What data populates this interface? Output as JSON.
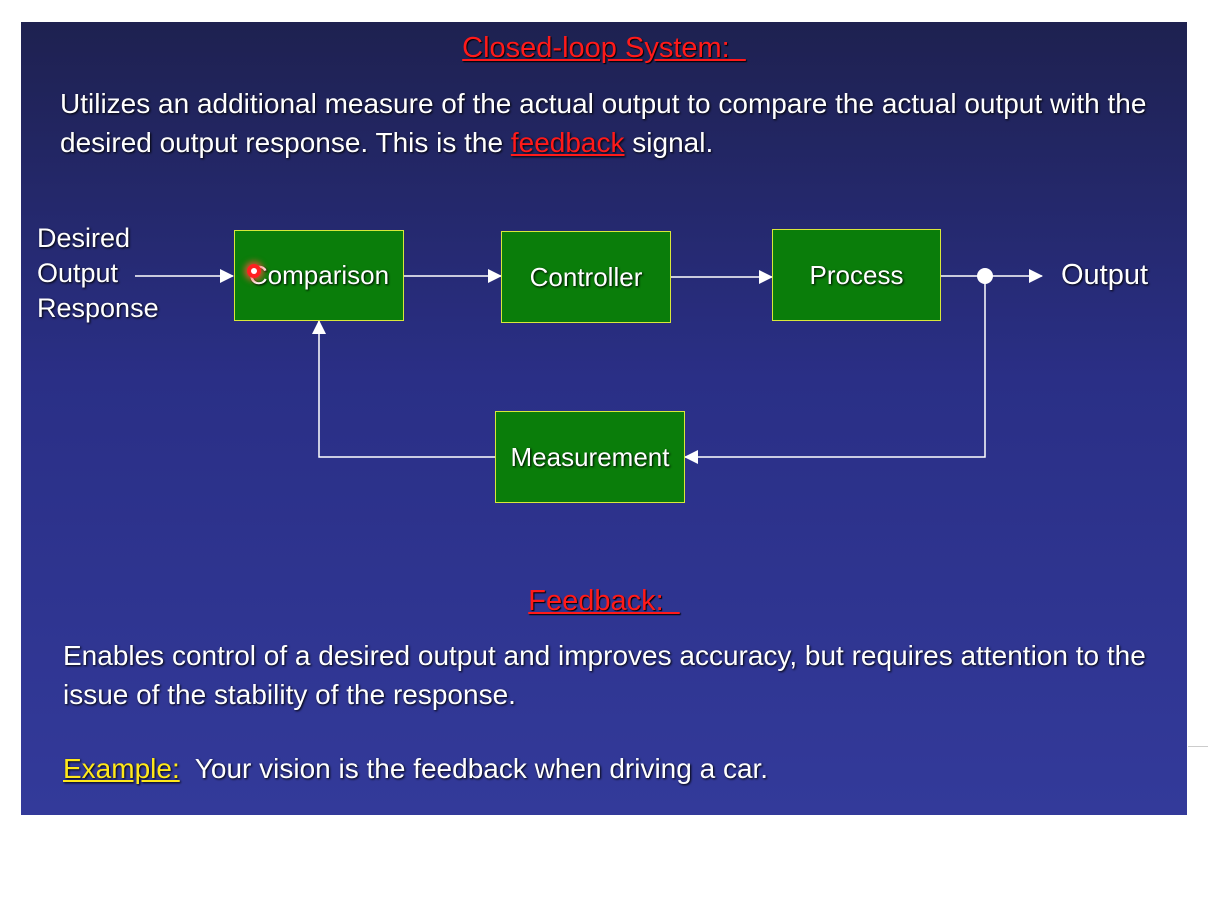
{
  "slide": {
    "title": "Closed-loop System:  ",
    "intro_prefix": "Utilizes an additional measure of the actual output to compare the actual output with the desired output response.  This is the ",
    "intro_link": "feedback",
    "intro_suffix": " signal.",
    "diagram": {
      "input_label_lines": [
        "Desired",
        "Output",
        "Response"
      ],
      "blocks": {
        "comparison": "Comparison",
        "controller": "Controller",
        "process": "Process",
        "measurement": "Measurement"
      },
      "output_label": "Output"
    },
    "feedback_title": "Feedback:  ",
    "feedback_text": "Enables control of a desired output and improves accuracy, but requires attention to the issue of the stability of the response.",
    "example_label": "Example:",
    "example_text": "  Your vision is the feedback when driving a car."
  },
  "colors": {
    "heading_red": "#ff1a1a",
    "block_green": "#0a7d0a",
    "block_border": "#d8e83a",
    "example_yellow": "#ffe81a",
    "background_top": "#1e2150",
    "background_bottom": "#333a9a"
  }
}
